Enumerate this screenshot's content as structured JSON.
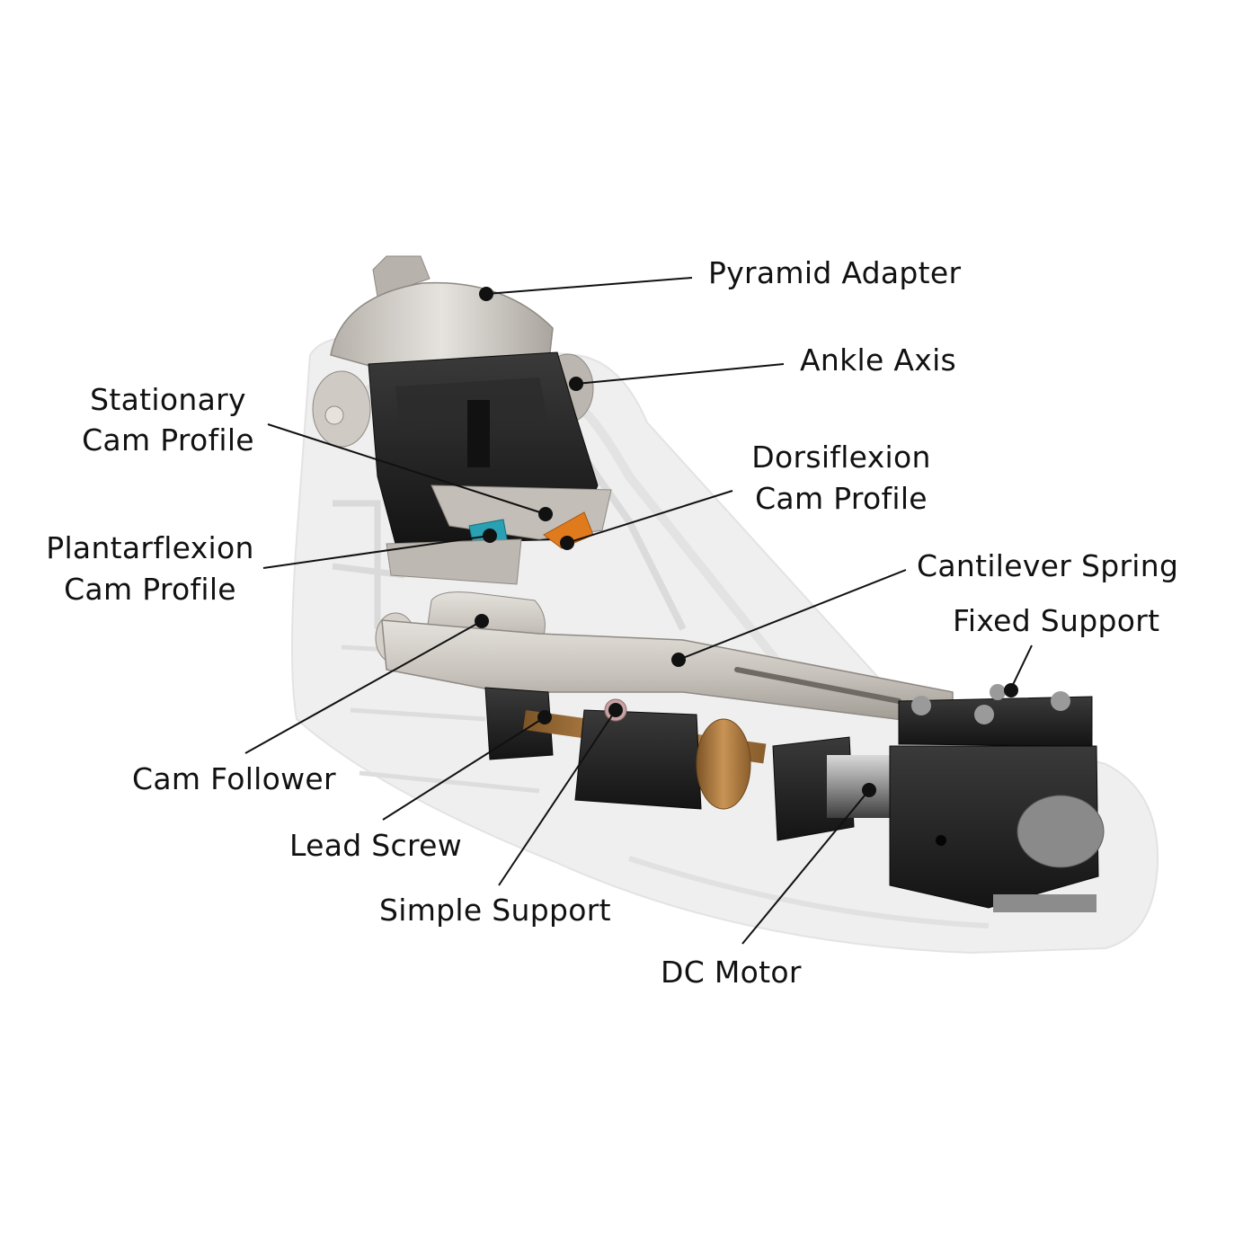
{
  "figure": {
    "labels": {
      "pyramid_adapter": "Pyramid Adapter",
      "ankle_axis": "Ankle Axis",
      "stationary_cam_1": "Stationary",
      "stationary_cam_2": "Cam Profile",
      "dorsiflexion_cam_1": "Dorsiflexion",
      "dorsiflexion_cam_2": "Cam Profile",
      "plantarflexion_cam_1": "Plantarflexion",
      "plantarflexion_cam_2": "Cam Profile",
      "cantilever_spring": "Cantilever Spring",
      "fixed_support": "Fixed Support",
      "cam_follower": "Cam Follower",
      "lead_screw": "Lead Screw",
      "simple_support": "Simple Support",
      "dc_motor": "DC Motor"
    },
    "colors": {
      "label_text": "#111111",
      "aluminum": "#c9c4bd",
      "black_part": "#1f1f1f",
      "brass": "#a8753f",
      "cam_orange": "#e07b1d",
      "cam_teal": "#2aa0b3",
      "foot_shell": "#ebebeb"
    }
  }
}
